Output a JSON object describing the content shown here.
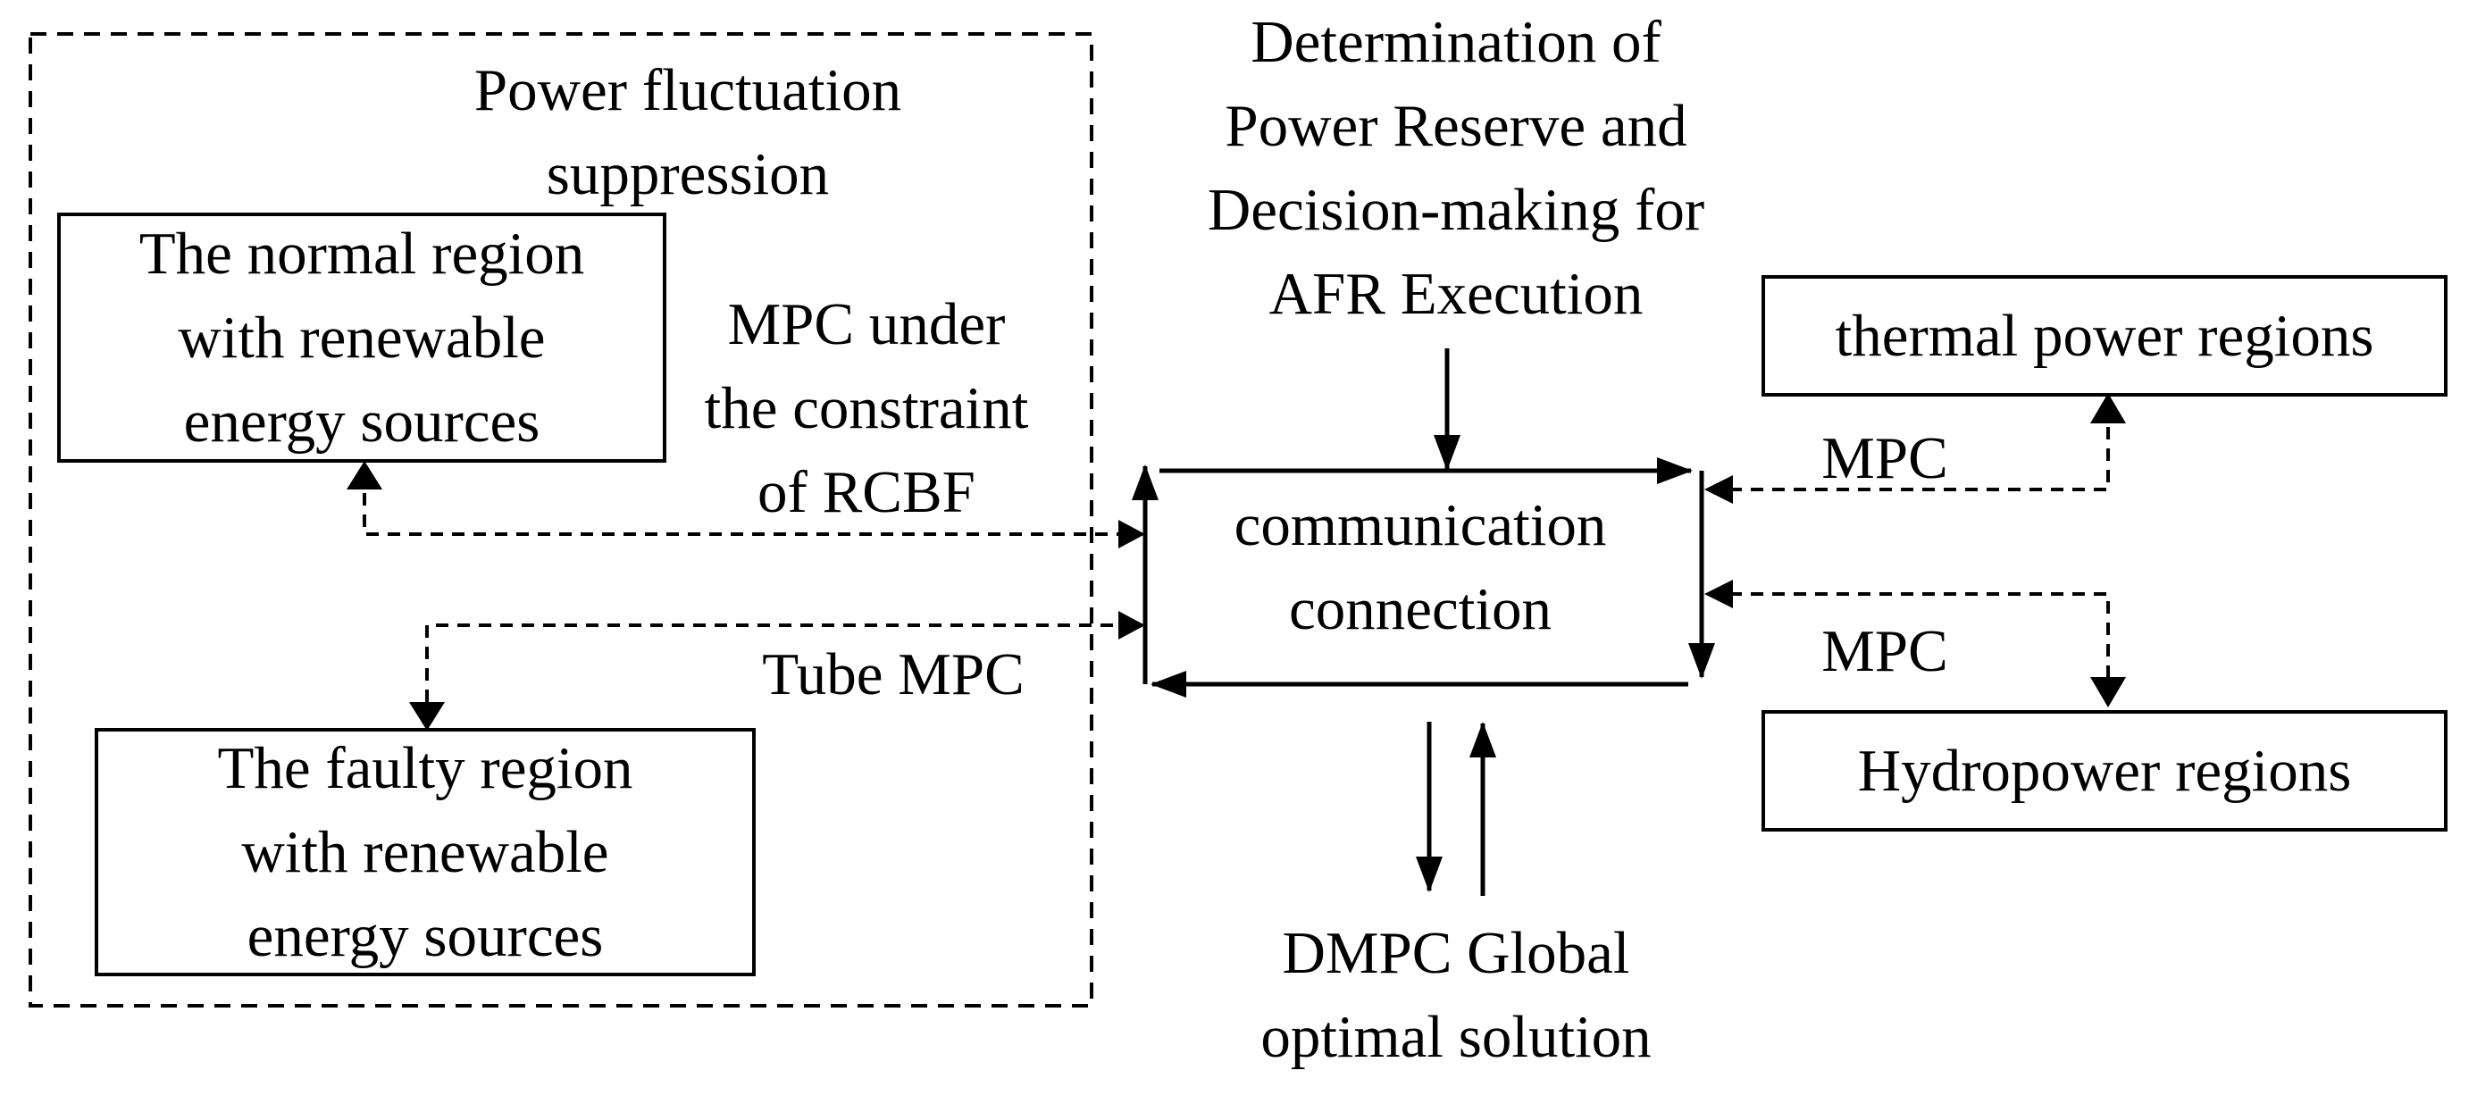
{
  "diagram": {
    "power_fluctuation_label": [
      "Power fluctuation",
      "suppression"
    ],
    "normal_region_label": [
      "The normal region",
      "with renewable",
      "energy sources"
    ],
    "faulty_region_label": [
      "The faulty region",
      "with renewable",
      "energy sources"
    ],
    "mpc_rcbf_label": [
      "MPC under",
      "the constraint",
      "of RCBF"
    ],
    "tube_mpc_label": "Tube MPC",
    "determination_label": [
      "Determination of",
      "Power Reserve and",
      "Decision-making for",
      "AFR Execution"
    ],
    "communication_label": [
      "communication",
      "connection"
    ],
    "thermal_label": "thermal power regions",
    "hydro_label": "Hydropower regions",
    "mpc_thermal_label": "MPC",
    "mpc_hydro_label": "MPC",
    "dmpc_label": [
      "DMPC Global",
      "optimal solution"
    ]
  }
}
